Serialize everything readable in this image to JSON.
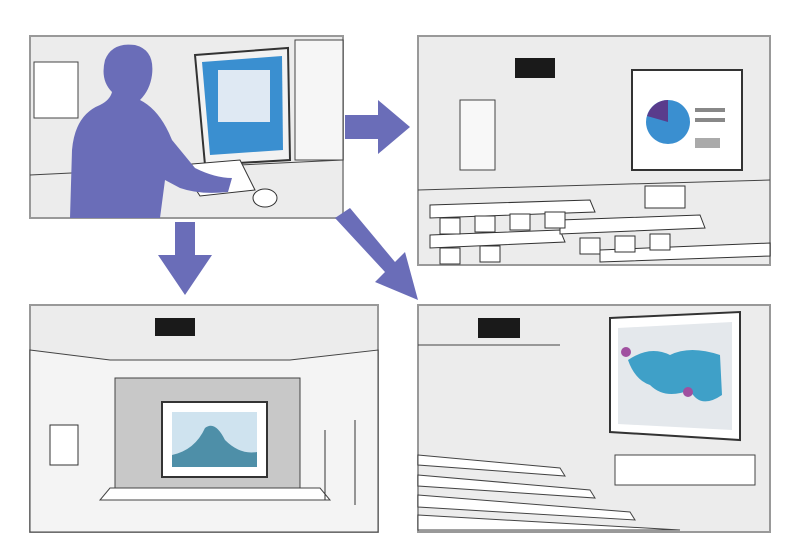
{
  "colors": {
    "accent": "#6a6db8",
    "panel_bg": "#e6e6e6",
    "panel_border": "#9a9a9a",
    "line": "#333333",
    "screen_blue": "#3a8fd0",
    "map_blue": "#3fa0c8",
    "projector": "#1a1a1a"
  },
  "scenes": [
    {
      "id": "office-pc"
    },
    {
      "id": "classroom"
    },
    {
      "id": "auditorium"
    },
    {
      "id": "lecture-hall"
    }
  ]
}
